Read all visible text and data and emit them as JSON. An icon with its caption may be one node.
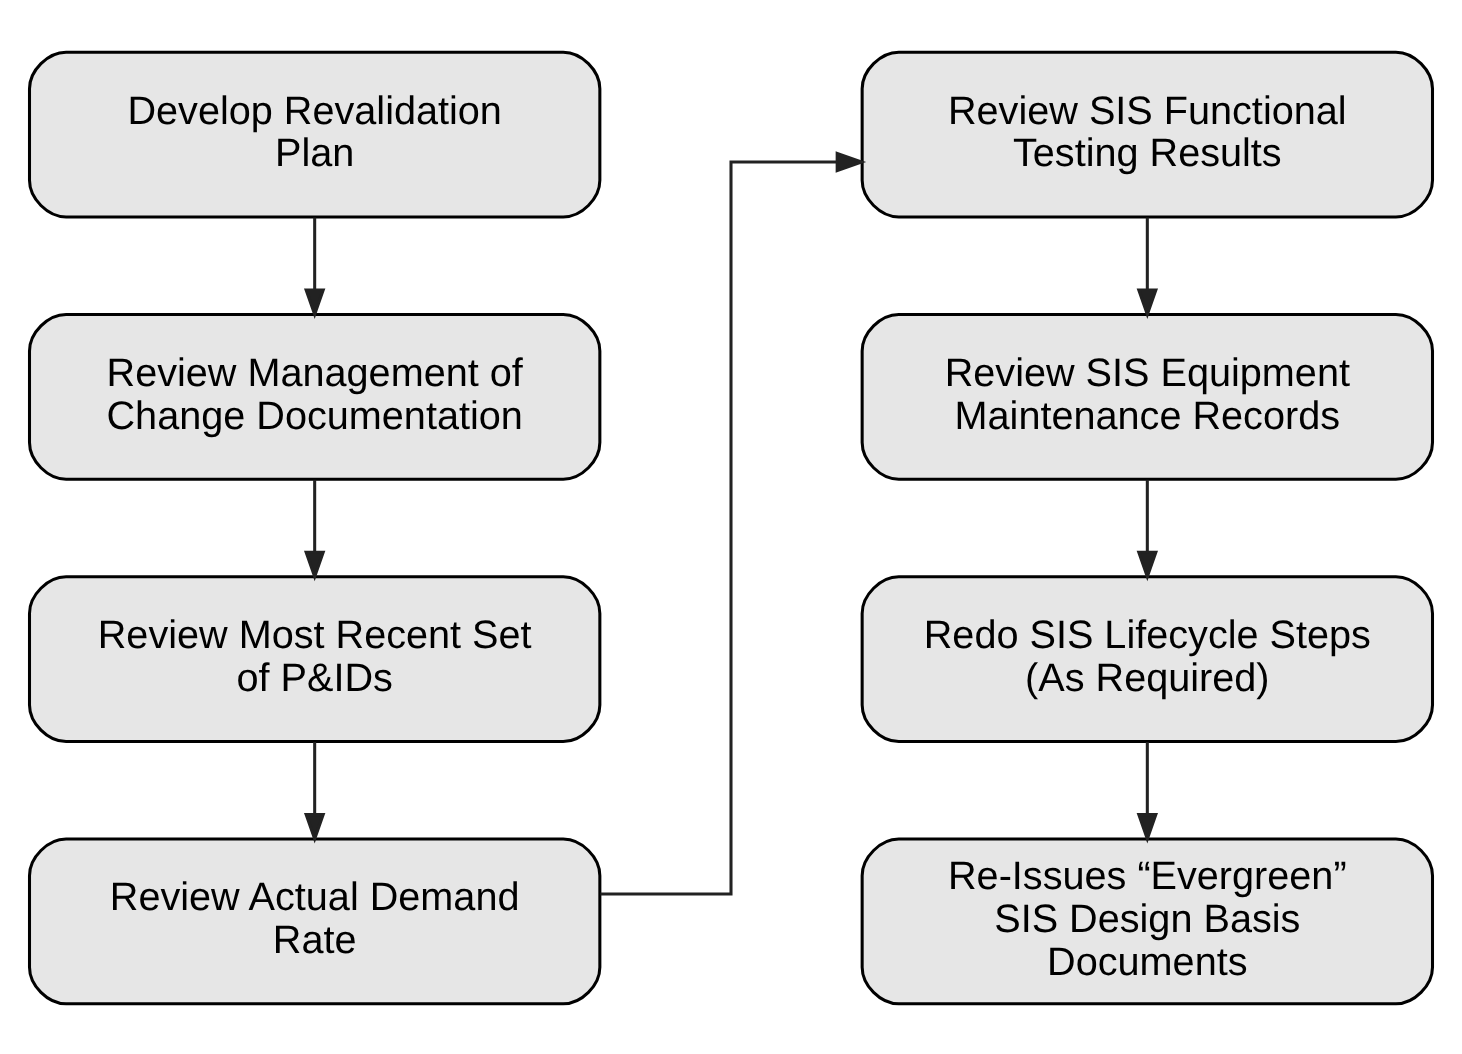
{
  "diagram": {
    "nodes": [
      {
        "text": [
          "Develop Revalidation Plan"
        ]
      },
      {
        "text": [
          "Review Management of Change Documentation"
        ]
      },
      {
        "text": [
          "Review Most Recent Set of P&IDs"
        ]
      },
      {
        "text": [
          "Review Actual Demand Rate"
        ]
      },
      {
        "text": [
          "Review SIS Functional Testing Results"
        ]
      },
      {
        "text": [
          "Review SIS Equipment Maintenance Records"
        ]
      },
      {
        "text": [
          "Redo SIS Lifecycle Steps (As Required)"
        ]
      },
      {
        "text": [
          "Re-Issues “Evergreen” SIS Design Basis Documents"
        ]
      }
    ],
    "edges": [
      {
        "from": 0,
        "to": 1,
        "arrow": "to"
      },
      {
        "from": 1,
        "to": 2,
        "arrow": "to"
      },
      {
        "from": 2,
        "to": 3,
        "arrow": "to"
      },
      {
        "from": 3,
        "to": 4,
        "arrow": "to"
      },
      {
        "from": 4,
        "to": 5,
        "arrow": "to"
      },
      {
        "from": 5,
        "to": 6,
        "arrow": "to"
      },
      {
        "from": 6,
        "to": 7,
        "arrow": "to"
      }
    ]
  }
}
